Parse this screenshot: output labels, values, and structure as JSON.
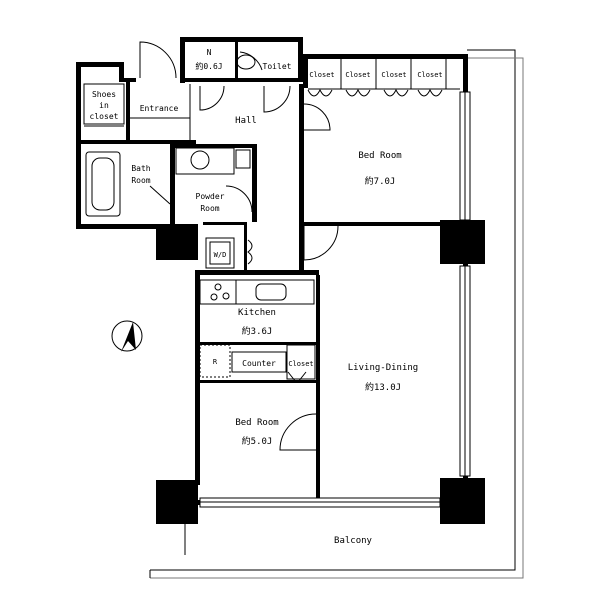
{
  "rooms": {
    "n_room": {
      "label": "N",
      "size": "約0.6J"
    },
    "toilet": {
      "label": "Toilet"
    },
    "closets_top": [
      "Closet",
      "Closet",
      "Closet",
      "Closet"
    ],
    "shoes": [
      "Shoes",
      "in",
      "closet"
    ],
    "entrance": {
      "label": "Entrance"
    },
    "hall": {
      "label": "Hall"
    },
    "bedroom_1": {
      "label": "Bed Room",
      "size": "約7.0J"
    },
    "bath": [
      "Bath",
      "Room"
    ],
    "powder": [
      "Powder",
      "Room"
    ],
    "washer": {
      "label": "W/D"
    },
    "kitchen": {
      "label": "Kitchen",
      "size": "約3.6J"
    },
    "refrigerator": {
      "label": "R"
    },
    "counter": {
      "label": "Counter"
    },
    "closet_mid": {
      "label": "Closet"
    },
    "living": {
      "label": "Living-Dining",
      "size": "約13.0J"
    },
    "bedroom_2": {
      "label": "Bed Room",
      "size": "約5.0J"
    },
    "balcony": {
      "label": "Balcony"
    }
  },
  "compass": {
    "icon": "north-arrow-icon"
  }
}
